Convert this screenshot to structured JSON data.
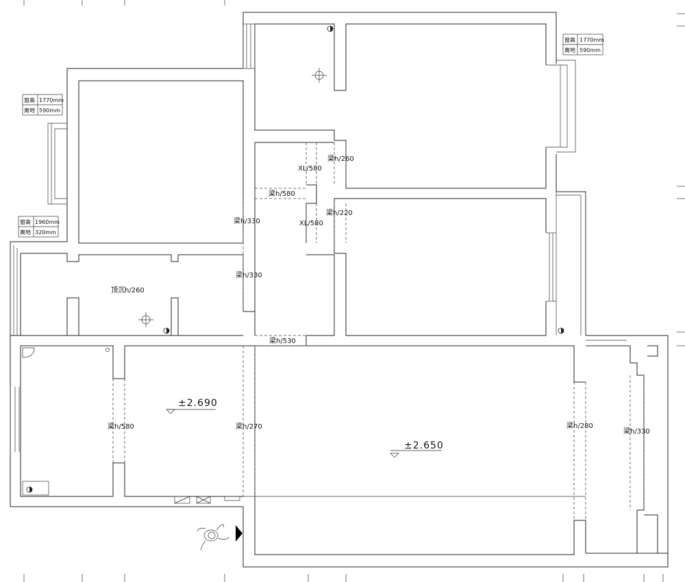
{
  "window_notes": [
    {
      "id": "w1",
      "row1_label": "窗高",
      "row1_value": "1770mm",
      "row2_label": "离地",
      "row2_value": "590mm"
    },
    {
      "id": "w2",
      "row1_label": "窗高",
      "row1_value": "1770mm",
      "row2_label": "离地",
      "row2_value": "590mm"
    },
    {
      "id": "w3",
      "row1_label": "窗高",
      "row1_value": "1960mm",
      "row2_label": "离地",
      "row2_value": "320mm"
    }
  ],
  "beam_labels": {
    "b_top_260": "梁h/260",
    "xl_580_a": "XL/580",
    "b_580_h": "梁h/580",
    "xl_580_b": "XL/580",
    "b_220": "梁h/220",
    "b_330_a": "梁h/330",
    "b_330_b": "梁h/330",
    "ceiling_260": "顶沉h/260",
    "b_530": "梁h/530",
    "b_580_v": "梁h/580",
    "b_270": "梁h/270",
    "b_280": "梁h/280",
    "b_330_right": "梁h/330"
  },
  "levels": {
    "left": "±2.690",
    "main": "±2.650"
  }
}
